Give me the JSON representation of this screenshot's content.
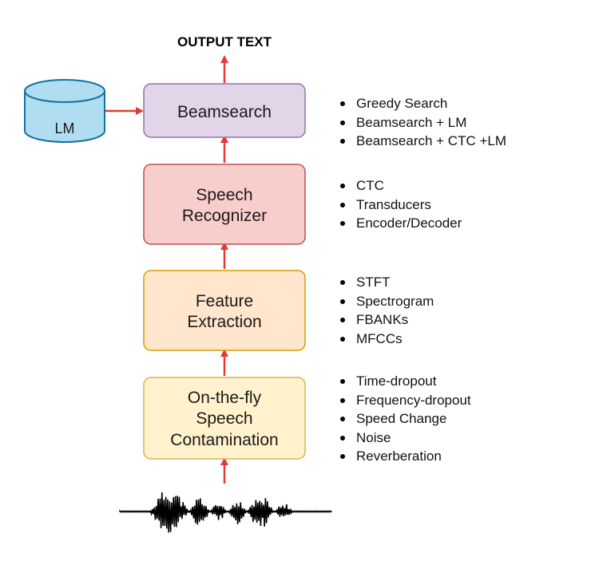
{
  "output_label": "OUTPUT TEXT",
  "lm_label": "LM",
  "blocks": [
    {
      "lines": [
        "Beamsearch"
      ],
      "fill": "#e1d5e7",
      "stroke": "#9673a6",
      "options": [
        "Greedy Search",
        "Beamsearch + LM",
        "Beamsearch + CTC +LM"
      ]
    },
    {
      "lines": [
        "Speech",
        "Recognizer"
      ],
      "fill": "#f8cecc",
      "stroke": "#b85450",
      "options": [
        "CTC",
        "Transducers",
        "Encoder/Decoder"
      ]
    },
    {
      "lines": [
        "Feature",
        "Extraction"
      ],
      "fill": "#ffe6cc",
      "stroke": "#d79b00",
      "options": [
        "STFT",
        "Spectrogram",
        "FBANKs",
        "MFCCs"
      ]
    },
    {
      "lines": [
        "On-the-fly",
        "Speech",
        "Contamination"
      ],
      "fill": "#fff2cc",
      "stroke": "#d6b656",
      "options": [
        "Time-dropout",
        "Frequency-dropout",
        "Speed Change",
        "Noise",
        "Reverberation"
      ]
    }
  ],
  "colors": {
    "arrow": "#e53935",
    "lm_fill": "#b1ddf0",
    "lm_stroke": "#10739e",
    "waveform": "#000000"
  },
  "icons": {
    "lm": "database-cylinder-icon",
    "input": "audio-waveform-icon"
  }
}
